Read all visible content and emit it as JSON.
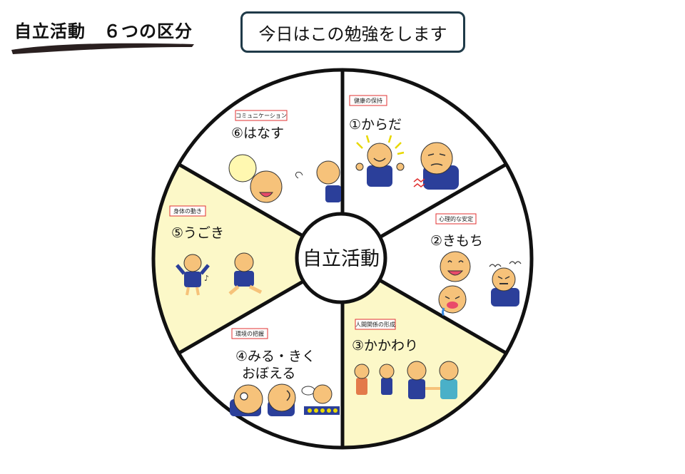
{
  "header": {
    "title": "自立活動　６つの区分",
    "today_label": "今日はこの勉強をします"
  },
  "wheel": {
    "center_label": "自立活動",
    "segments": [
      {
        "tag": "健康の保持",
        "label": "①からだ",
        "highlight": false
      },
      {
        "tag": "心理的な安定",
        "label": "②きもち",
        "highlight": false
      },
      {
        "tag": "人間関係の形成",
        "label": "③かかわり",
        "highlight": true
      },
      {
        "tag": "環境の把握",
        "label": "④みる・きく",
        "label2": "おぼえる",
        "highlight": false
      },
      {
        "tag": "身体の動き",
        "label": "⑤うごき",
        "highlight": true
      },
      {
        "tag": "コミュニケーション",
        "label": "⑥はなす",
        "highlight": false
      }
    ]
  },
  "colors": {
    "highlight_fill": "#fcf8c8",
    "plain_fill": "#ffffff",
    "border": "#111111",
    "tag_border": "#e03030",
    "figure_blue": "#2b3f9a",
    "face": "#f6c27a"
  }
}
